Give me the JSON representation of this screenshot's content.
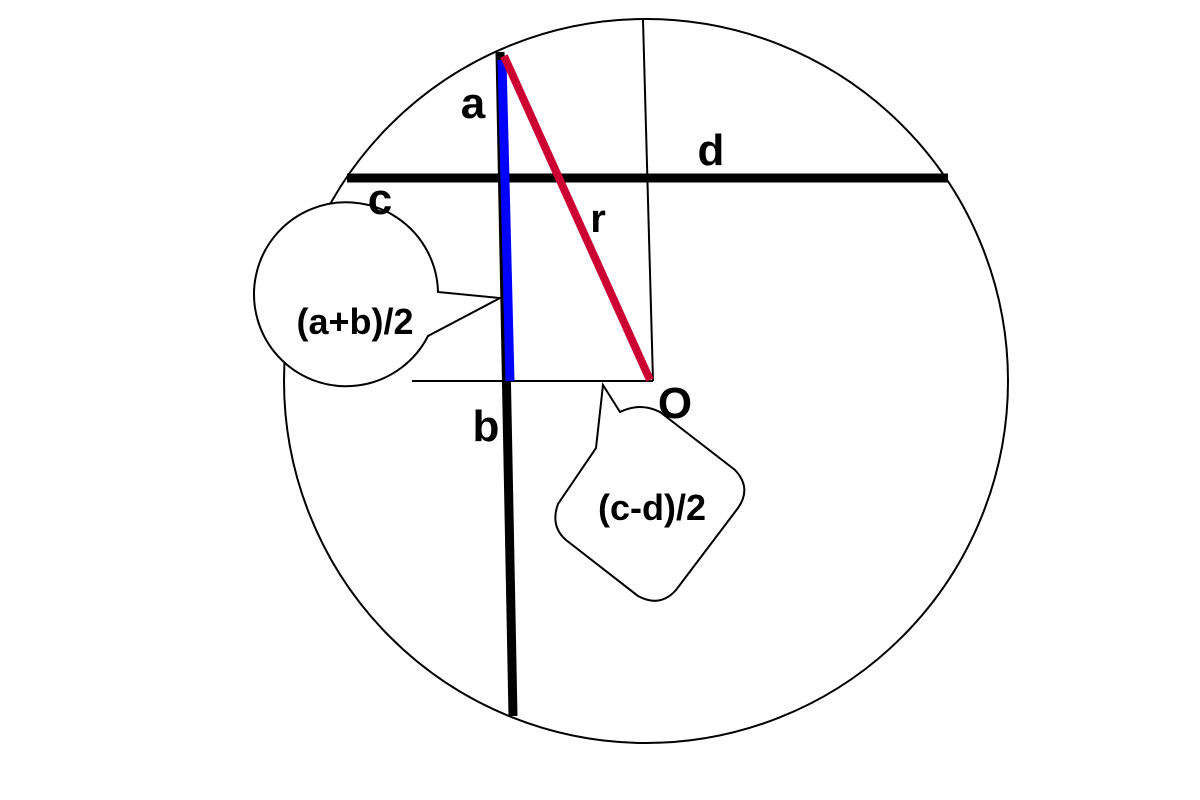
{
  "labels": {
    "a": "a",
    "b": "b",
    "c": "c",
    "d": "d",
    "r": "r",
    "O": "O"
  },
  "callouts": {
    "half_sum": "(a+b)/2",
    "half_diff": "(c-d)/2"
  },
  "colors": {
    "chord_vertical": "#000000",
    "half_sum_segment": "#0000ff",
    "radius": "#cc0033",
    "chord_horizontal": "#000000",
    "outline": "#000000"
  }
}
